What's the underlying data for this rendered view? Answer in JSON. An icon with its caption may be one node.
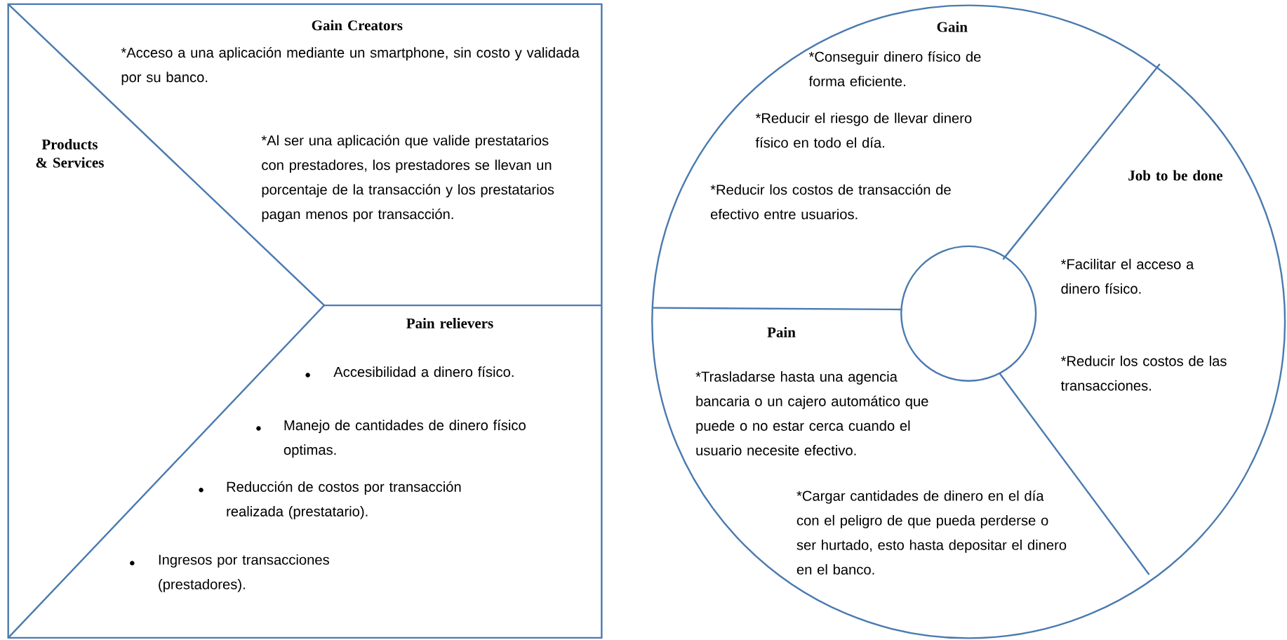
{
  "diagram": {
    "nodes": [
      {
        "text": [
          "Gain Creators",
          "*Acceso a una aplicación mediante un smartphone, sin costo y validada por su banco.",
          "Products & Services",
          "*Al ser una aplicación que valide prestatarios con prestadores, los prestadores se llevan un porcentaje de la transacción y los prestatarios pagan menos por transacción.",
          "Pain relievers",
          "Accesibilidad a dinero físico.",
          "Manejo de cantidades de dinero físico optimas.",
          "Reducción de costos por transacción realizada (prestatario).",
          "Ingresos por transacciones (prestadores)."
        ]
      },
      {
        "text": [
          "Gain",
          "*Conseguir dinero físico de forma eficiente.",
          "*Reducir el riesgo de llevar dinero físico en todo el día.",
          "*Reducir los costos de transacción de efectivo entre usuarios.",
          "Job to be done",
          "*Facilitar el acceso a dinero físico.",
          "*Reducir los costos de las transacciones.",
          "Pain",
          "*Trasladarse hasta una agencia bancaria o un cajero automático que puede o no estar cerca cuando el usuario necesite efectivo.",
          "*Cargar cantidades de dinero en el día con el peligro de que pueda perderse o ser hurtado, esto hasta depositar el dinero en el banco."
        ]
      },
      {
        "text": [],
        "shape": "circle",
        "in": 1
      }
    ],
    "edges": []
  }
}
